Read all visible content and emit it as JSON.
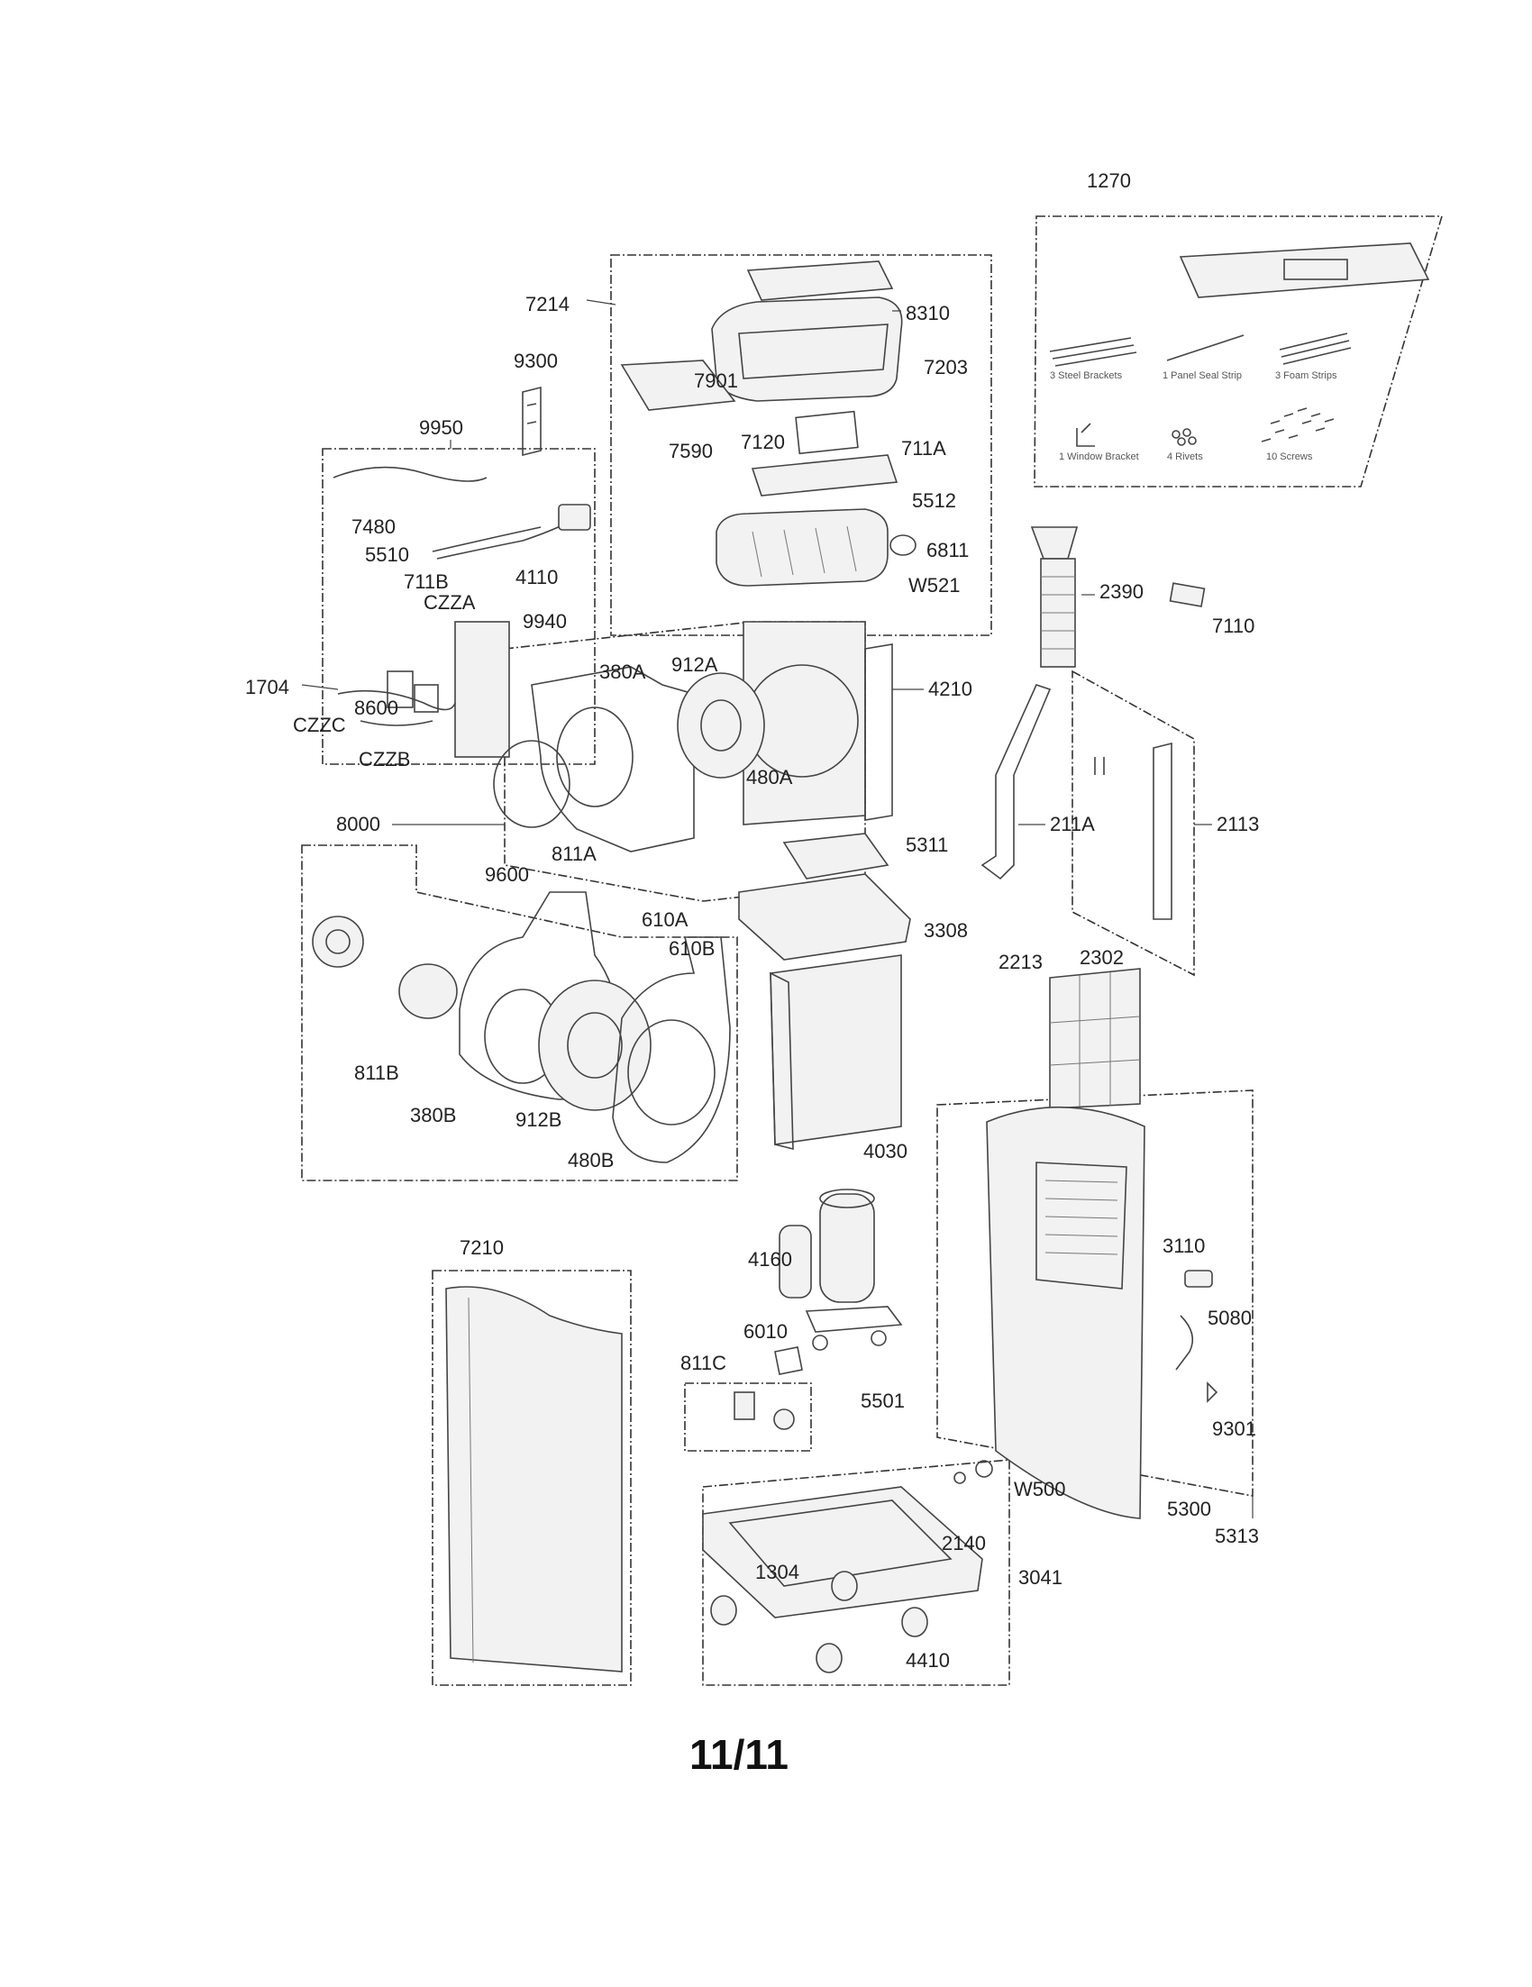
{
  "page_number": "11/11",
  "kit_items": [
    "3 Steel Brackets",
    "1 Panel Seal Strip",
    "3 Foam Strips",
    "1 Window Bracket",
    "4 Rivets",
    "10 Screws"
  ],
  "callouts": [
    "1270",
    "7214",
    "8310",
    "7203",
    "9300",
    "7901",
    "7590",
    "7120",
    "711A",
    "9950",
    "5512",
    "7480",
    "5510",
    "4110",
    "6811",
    "711B",
    "CZZA",
    "W521",
    "2390",
    "7110",
    "9940",
    "1704",
    "380A",
    "912A",
    "4210",
    "8600",
    "CZZC",
    "CZZB",
    "480A",
    "211A",
    "2113",
    "8000",
    "5311",
    "9600",
    "811A",
    "610A",
    "610B",
    "3308",
    "2213",
    "2302",
    "811B",
    "380B",
    "912B",
    "480B",
    "4030",
    "7210",
    "4160",
    "3110",
    "6010",
    "811C",
    "5080",
    "5501",
    "9301",
    "W500",
    "5300",
    "5313",
    "2140",
    "1304",
    "3041",
    "4410"
  ]
}
